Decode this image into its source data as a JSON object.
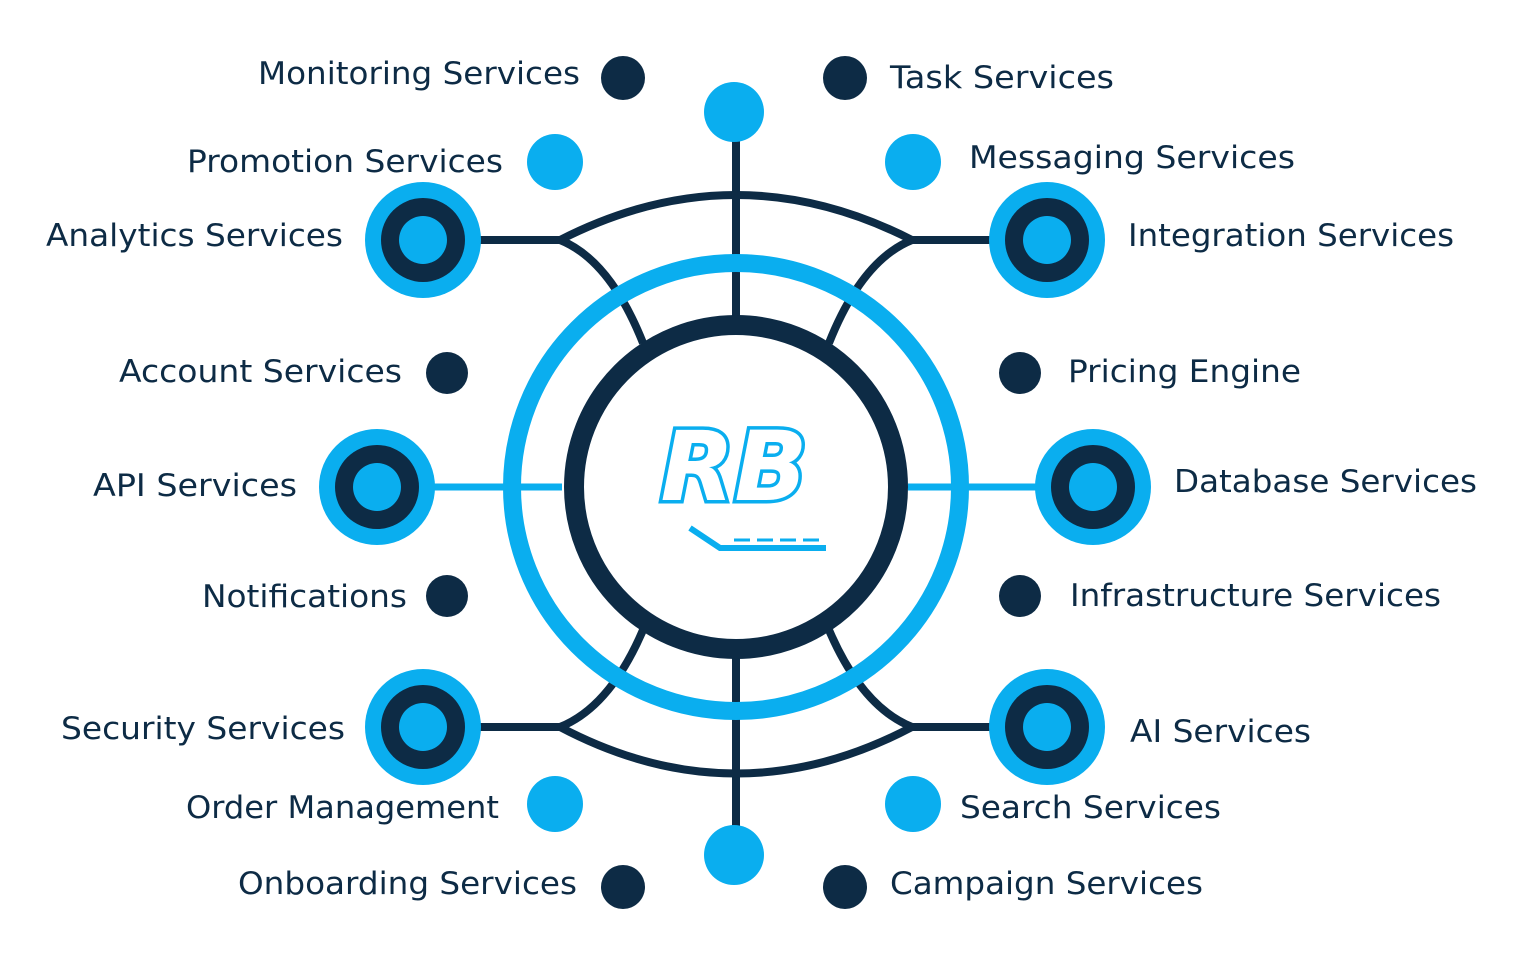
{
  "colors": {
    "navy": "#0d2b45",
    "accent": "#0aaeef",
    "background": "#ffffff"
  },
  "hub": {
    "logo_text": "RB"
  },
  "services": {
    "monitoring": "Monitoring Services",
    "task": "Task Services",
    "promotion": "Promotion Services",
    "messaging": "Messaging Services",
    "analytics": "Analytics Services",
    "integration": "Integration Services",
    "account": "Account Services",
    "pricing": "Pricing Engine",
    "api": "API Services",
    "database": "Database Services",
    "notifications": "Notifications",
    "infrastructure": "Infrastructure Services",
    "security": "Security Services",
    "ai": "AI Services",
    "order": "Order Management",
    "search": "Search Services",
    "onboarding": "Onboarding Services",
    "campaign": "Campaign Services"
  }
}
